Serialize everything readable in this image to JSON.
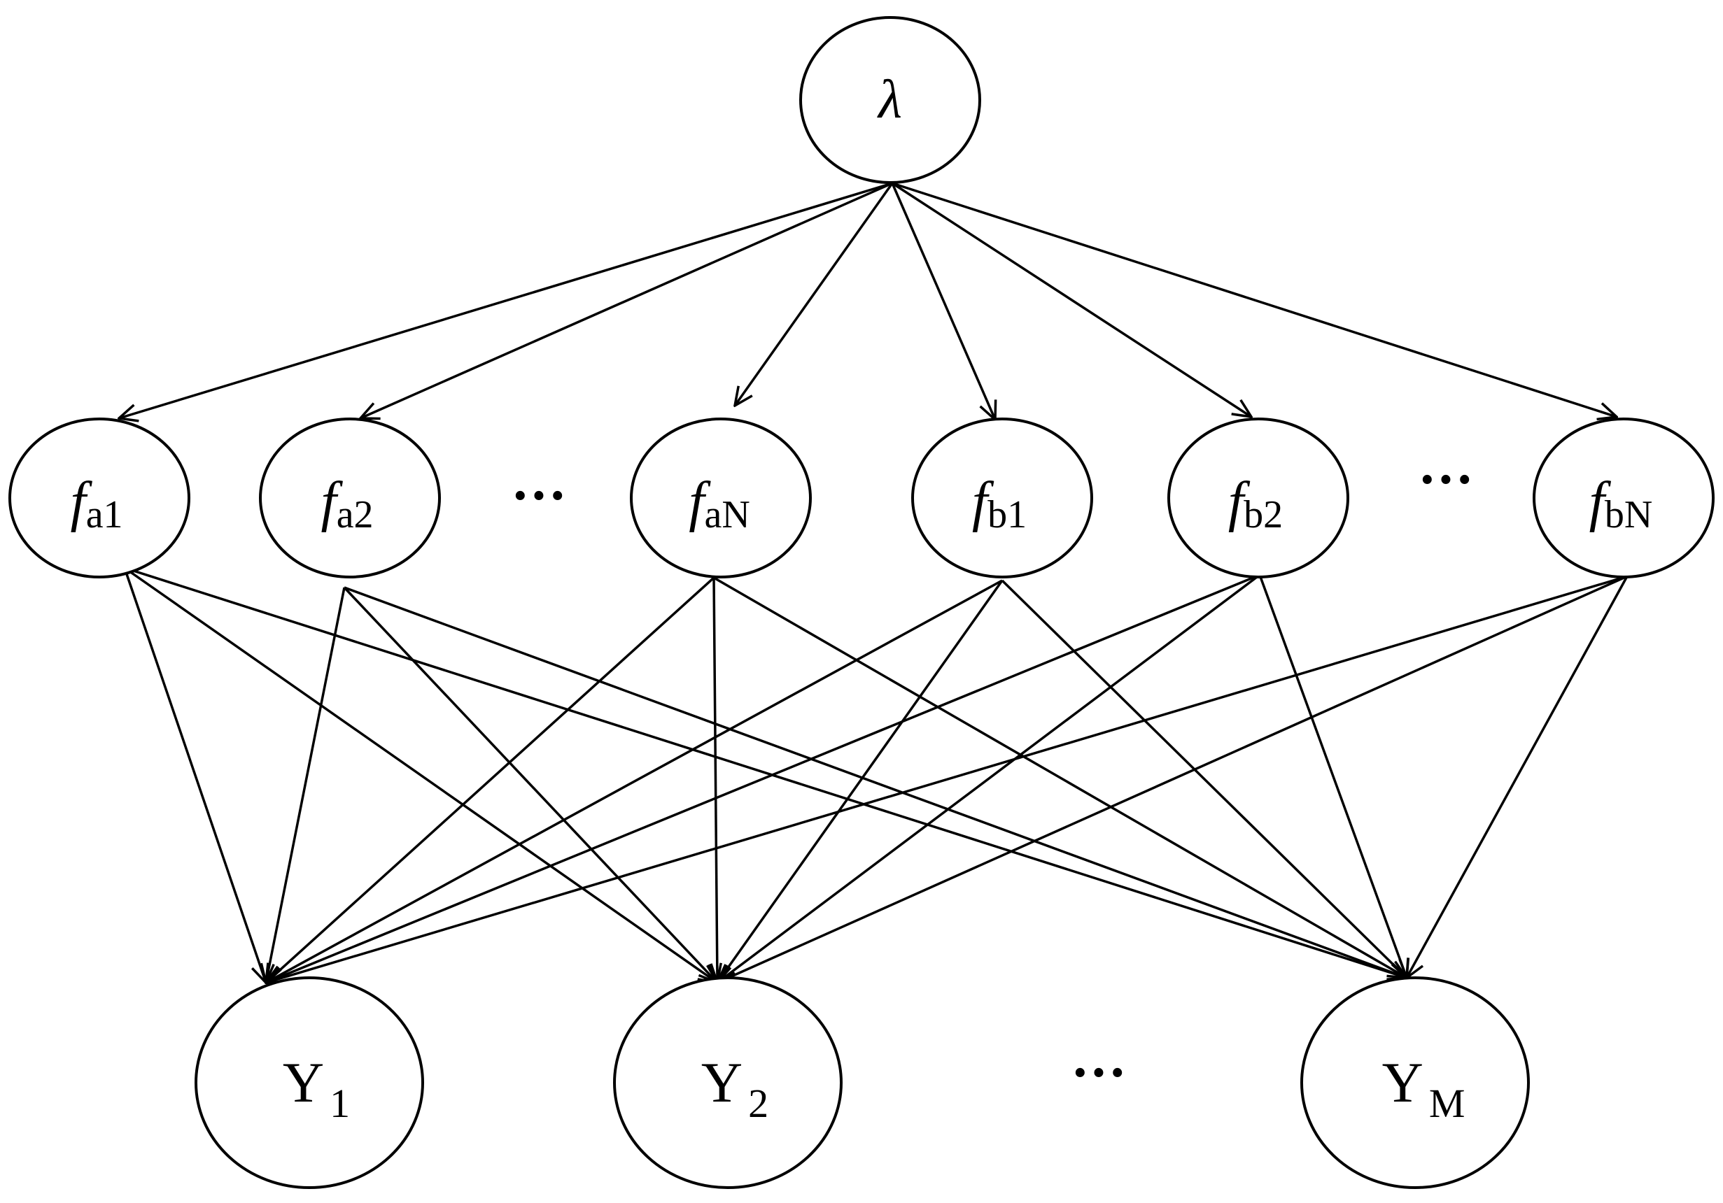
{
  "nodes": {
    "lambda": {
      "label": "λ"
    },
    "fa1": {
      "main": "f",
      "sub": "a1"
    },
    "fa2": {
      "main": "f",
      "sub": "a2"
    },
    "faN": {
      "main": "f",
      "sub": "aN"
    },
    "fb1": {
      "main": "f",
      "sub": "b1"
    },
    "fb2": {
      "main": "f",
      "sub": "b2"
    },
    "fbN": {
      "main": "f",
      "sub": "bN"
    },
    "y1": {
      "main": "Y",
      "sub": "1"
    },
    "y2": {
      "main": "Y",
      "sub": "2"
    },
    "yM": {
      "main": "Y",
      "sub": "M"
    }
  },
  "ellipsis": {
    "middle_left": "···",
    "middle_right": "···",
    "bottom": "···"
  },
  "edges": [
    [
      "lambda",
      "fa1"
    ],
    [
      "lambda",
      "fa2"
    ],
    [
      "lambda",
      "faN"
    ],
    [
      "lambda",
      "fb1"
    ],
    [
      "lambda",
      "fb2"
    ],
    [
      "lambda",
      "fbN"
    ],
    [
      "fa1",
      "y1"
    ],
    [
      "fa1",
      "y2"
    ],
    [
      "fa1",
      "yM"
    ],
    [
      "fa2",
      "y1"
    ],
    [
      "fa2",
      "y2"
    ],
    [
      "fa2",
      "yM"
    ],
    [
      "faN",
      "y1"
    ],
    [
      "faN",
      "y2"
    ],
    [
      "faN",
      "yM"
    ],
    [
      "fb1",
      "y1"
    ],
    [
      "fb1",
      "y2"
    ],
    [
      "fb1",
      "yM"
    ],
    [
      "fb2",
      "y1"
    ],
    [
      "fb2",
      "y2"
    ],
    [
      "fb2",
      "yM"
    ],
    [
      "fbN",
      "y1"
    ],
    [
      "fbN",
      "y2"
    ],
    [
      "fbN",
      "yM"
    ]
  ]
}
